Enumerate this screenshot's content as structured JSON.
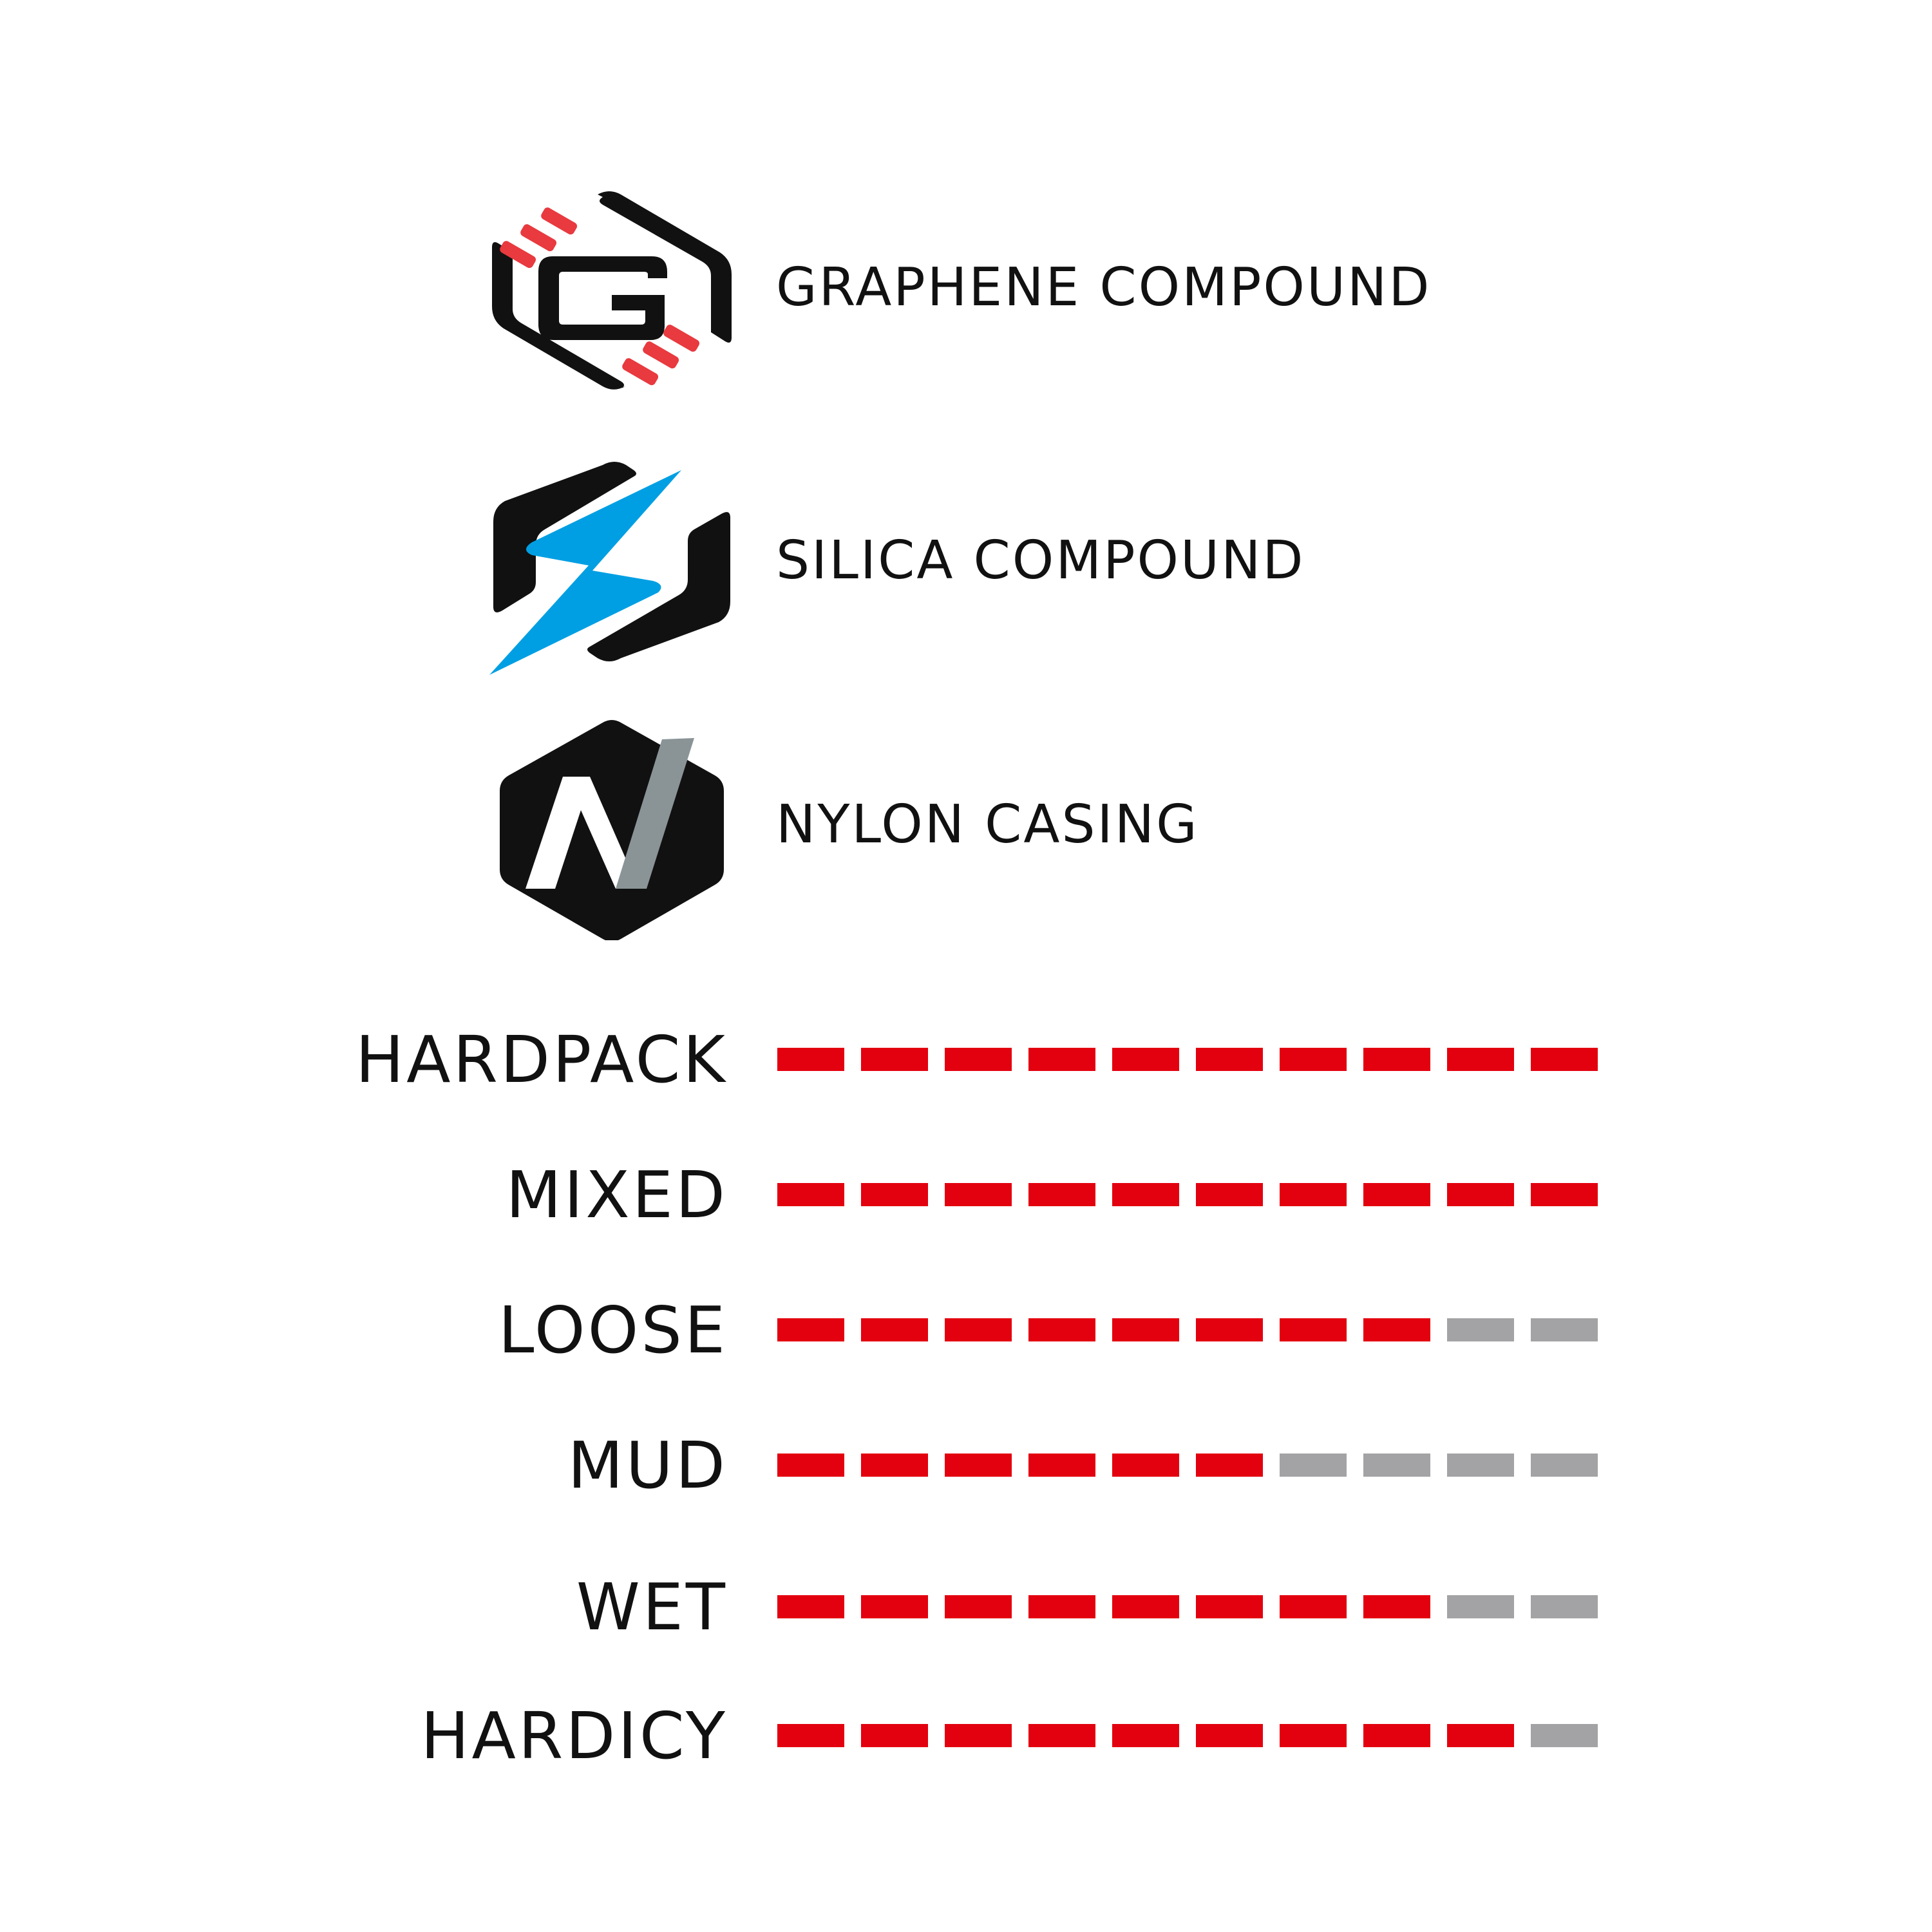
{
  "colors": {
    "active": "#e3000f",
    "inactive": "#a3a2a4",
    "black": "#111111",
    "graphene_accent": "#e83a3f",
    "silica_accent": "#009fe3",
    "nylon_accent": "#8a9497"
  },
  "features": [
    {
      "icon": "graphene-hex-icon",
      "label": "GRAPHENE COMPOUND"
    },
    {
      "icon": "silica-hex-icon",
      "label": "SILICA COMPOUND"
    },
    {
      "icon": "nylon-hex-icon",
      "label": "NYLON CASING"
    }
  ],
  "ratings": {
    "scale_max": 10,
    "items": [
      {
        "label": "HARDPACK",
        "value": 10
      },
      {
        "label": "MIXED",
        "value": 10
      },
      {
        "label": "LOOSE",
        "value": 8
      },
      {
        "label": "MUD",
        "value": 6
      },
      {
        "label": "WET",
        "value": 8
      },
      {
        "label": "HARDICY",
        "value": 9
      }
    ]
  }
}
